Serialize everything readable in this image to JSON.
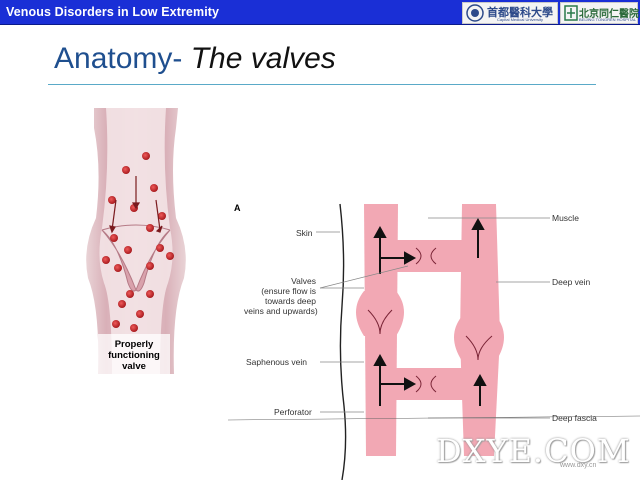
{
  "header": {
    "title": "Venous Disorders in Low Extremity",
    "logo1_text": "首都醫科大學",
    "logo1_sub": "Capital Medical University",
    "logo2_text": "北京同仁醫院",
    "logo2_sub": "BEIJING TONGREN HOSPITAL"
  },
  "slide": {
    "title_plain": "Anatomy-",
    "title_italic": " The valves"
  },
  "figure_left": {
    "caption_lines": [
      "Properly",
      "functioning",
      "valve"
    ]
  },
  "figure_right": {
    "panel_letter": "A",
    "labels_left": {
      "skin": "Skin",
      "valves_1": "Valves",
      "valves_2": "(ensure flow is",
      "valves_3": "towards deep",
      "valves_4": "veins and upwards)",
      "saphenous": "Saphenous vein",
      "perforator": "Perforator"
    },
    "labels_right": {
      "muscle": "Muscle",
      "deep_vein": "Deep vein",
      "deep_fascia": "Deep fascia"
    }
  },
  "watermark": {
    "text": "DXYE.COM",
    "sub": "www.dxy.cn"
  },
  "colors": {
    "header_bg": "#1a2fd6",
    "title_blue": "#1f4f8f",
    "vein_pink": "#f2a8b4",
    "blood_red": "#c8282a"
  }
}
